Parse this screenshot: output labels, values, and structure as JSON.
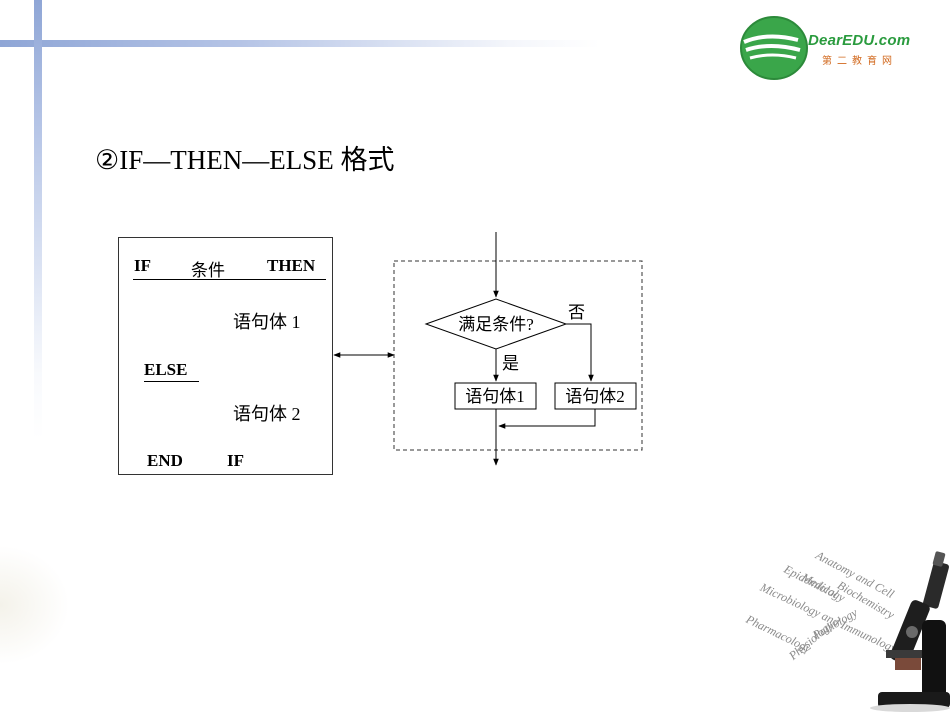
{
  "logo": {
    "brand": "DearEDU.com",
    "sub": "第二教育网"
  },
  "heading": "②IF—THEN—ELSE 格式",
  "code_box": {
    "if_kw": "IF",
    "condition": "条件",
    "then_kw": "THEN",
    "stmt1": "语句体 1",
    "else_kw": "ELSE",
    "stmt2": "语句体 2",
    "end_kw": "END",
    "endif_kw": "IF"
  },
  "flowchart": {
    "decision": "满足条件?",
    "yes": "是",
    "no": "否",
    "box1": "语句体1",
    "box2": "语句体2"
  },
  "illustration": {
    "words": [
      "Anatomy and Cell",
      "Biochemistry",
      "Microbiology and Immunology",
      "Epidemiology",
      "Pharmacology",
      "Physiology",
      "Pathology",
      "Medical"
    ]
  }
}
